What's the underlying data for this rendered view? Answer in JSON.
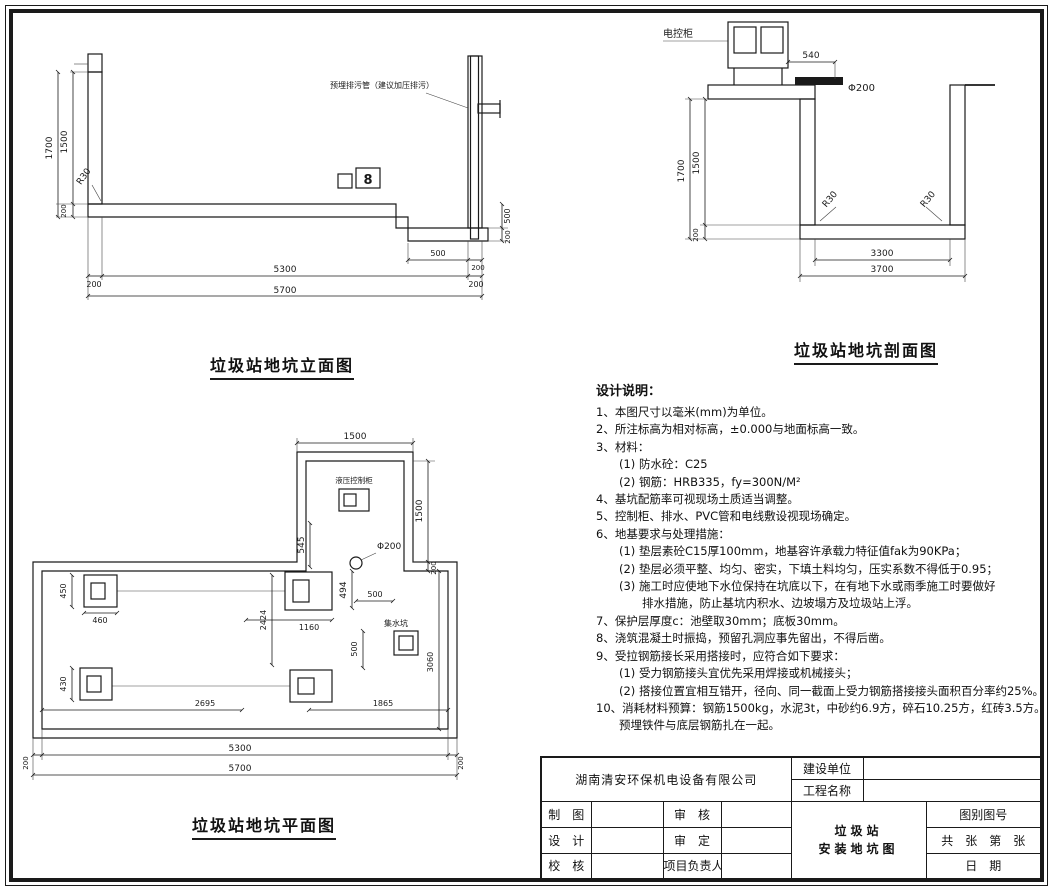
{
  "elevation": {
    "title": "垃圾站地坑立面图",
    "pipe_note": "预埋排污管（建议加压排污）",
    "detail_mark": "8",
    "fillet": "R30",
    "dims": {
      "depth_outer": "1700",
      "depth_inner": "1500",
      "slab": "200",
      "bottom_left_wall": "200",
      "bottom_span": "5300",
      "bottom_right_wall": "200",
      "bottom_total": "5700",
      "step_depth": "500",
      "step_slab": "200",
      "step_width": "500",
      "step_edge": "200"
    }
  },
  "section": {
    "title": "垃圾站地坑剖面图",
    "cabinet_label": "电控柜",
    "fillet_left": "R30",
    "fillet_right": "R30",
    "dims": {
      "cabinet_width": "540",
      "pipe_dia": "Φ200",
      "depth_outer": "1700",
      "depth_inner": "1500",
      "slab": "200",
      "span_inner": "3300",
      "span_outer": "3700"
    }
  },
  "plan": {
    "title": "垃圾站地坑平面图",
    "hydraulic_cabinet": "液压控制柜",
    "sump": "集水坑",
    "dims": {
      "notch_width": "1500",
      "notch_depth": "1500",
      "notch_wall": "200",
      "d545": "545",
      "pipe_dia": "Φ200",
      "d494": "494",
      "d500_top": "500",
      "d2424": "2424",
      "d1160": "1160",
      "d450": "450",
      "d460": "460",
      "d430": "430",
      "sump_500": "500",
      "d3060": "3060",
      "d2695": "2695",
      "d1865": "1865",
      "bottom_left_wall": "200",
      "bottom_span": "5300",
      "bottom_right_wall": "200",
      "bottom_total": "5700"
    }
  },
  "notes": {
    "title": "设计说明：",
    "lines": [
      "1、本图尺寸以毫米(mm)为单位。",
      "2、所注标高为相对标高，±0.000与地面标高一致。",
      "3、材料：",
      "　　(1) 防水砼：C25",
      "　　(2) 钢筋：HRB335，fy=300N/M²",
      "4、基坑配筋率可视现场土质适当调整。",
      "5、控制柜、排水、PVC管和电线敷设视现场确定。",
      "6、地基要求与处理措施：",
      "　　(1) 垫层素砼C15厚100mm，地基容许承载力特征值fak为90KPa；",
      "　　(2) 垫层必须平整、均匀、密实，下填土料均匀，压实系数不得低于0.95；",
      "　　(3) 施工时应使地下水位保持在坑底以下，在有地下水或雨季施工时要做好",
      "　　　　排水措施，防止基坑内积水、边坡塌方及垃圾站上浮。",
      "7、保护层厚度c：池壁取30mm；底板30mm。",
      "8、浇筑混凝土时振捣，预留孔洞应事先留出，不得后凿。",
      "9、受拉钢筋接长采用搭接时，应符合如下要求：",
      "　　(1) 受力钢筋接头宜优先采用焊接或机械接头；",
      "　　(2) 搭接位置宜相互错开，径向、同一截面上受力钢筋搭接接头面积百分率约25%。",
      "10、消耗材料预算：钢筋1500kg，水泥3t，中砂约6.9方，碎石10.25方，红砖3.5方。",
      "　　预埋铁件与底层钢筋扎在一起。"
    ]
  },
  "title_block": {
    "company": "湖南清安环保机电设备有限公司",
    "construction_unit": "建设单位",
    "project_name": "工程名称",
    "draw": "制　图",
    "review": "审　核",
    "design": "设　计",
    "approve": "审　定",
    "check": "校　核",
    "project_leader": "项目负责人",
    "drawing_title_1": "垃圾站",
    "drawing_title_2": "安装地坑图",
    "drawing_no": "图别图号",
    "sheets": "共　张　第　张",
    "date": "日　期"
  }
}
